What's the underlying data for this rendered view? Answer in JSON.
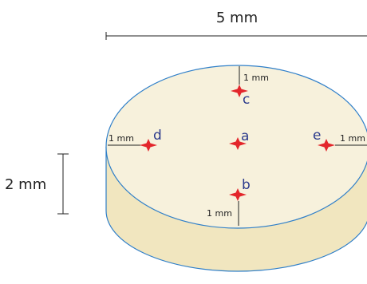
{
  "dimensions": {
    "diameter_label": "5 mm",
    "height_label": "2 mm",
    "offset_label": "1 mm"
  },
  "points": [
    {
      "id": "a",
      "label": "a"
    },
    {
      "id": "b",
      "label": "b"
    },
    {
      "id": "c",
      "label": "c"
    },
    {
      "id": "d",
      "label": "d"
    },
    {
      "id": "e",
      "label": "e"
    }
  ],
  "colors": {
    "top_face": "#f7f1dc",
    "side_face": "#f1e6bf",
    "outline": "#2f7fc9",
    "marker": "#e3262b",
    "point_label": "#2b3a8c",
    "dimension_line": "#222222"
  }
}
